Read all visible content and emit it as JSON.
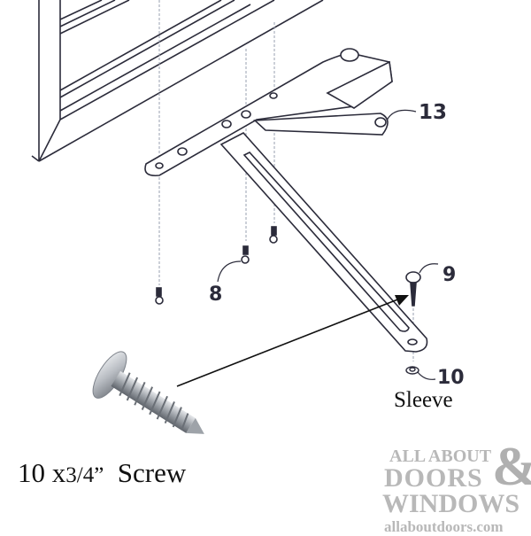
{
  "diagram": {
    "subject": "Window operator arm assembly (exploded view)",
    "callouts": [
      {
        "id": "13",
        "label": "13",
        "part": "operator arm / bracket"
      },
      {
        "id": "9",
        "label": "9",
        "part": "screw"
      },
      {
        "id": "8",
        "label": "8",
        "part": "mounting screws"
      },
      {
        "id": "10",
        "label": "10",
        "part": "sleeve"
      }
    ],
    "sleeve_label": "Sleeve",
    "product_label": {
      "size": "10 x",
      "length": "3/4”",
      "name": "Screw"
    }
  },
  "logo": {
    "line1": "ALL ABOUT",
    "line2": "DOORS",
    "ampersand": "&",
    "line3": "WINDOWS",
    "url": "allaboutdoors.com",
    "color": "#b8b8b8"
  },
  "colors": {
    "line": "#2b2b3a",
    "dashed": "#9aa0b0",
    "background": "#ffffff"
  }
}
